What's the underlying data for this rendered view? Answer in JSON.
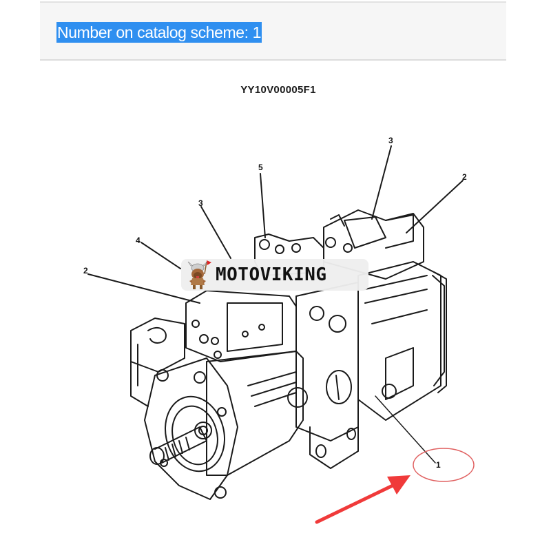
{
  "header": {
    "scheme_label": "Number on catalog scheme: 1",
    "highlight_color": "#2f8ff0"
  },
  "diagram": {
    "code": "YY10V00005F1",
    "subject": "hydraulic-pump-assembly",
    "callouts": [
      {
        "id": "callout-1",
        "label": "1",
        "highlighted": true
      },
      {
        "id": "callout-2-left",
        "label": "2"
      },
      {
        "id": "callout-2-right",
        "label": "2"
      },
      {
        "id": "callout-3-left",
        "label": "3"
      },
      {
        "id": "callout-3-right",
        "label": "3"
      },
      {
        "id": "callout-4",
        "label": "4"
      },
      {
        "id": "callout-5",
        "label": "5"
      }
    ],
    "annotation": {
      "circle_color": "#e06060",
      "arrow_color": "#f03a3a"
    }
  },
  "watermark": {
    "brand": "MOTOVIKING",
    "icon": "viking-mascot-icon"
  }
}
